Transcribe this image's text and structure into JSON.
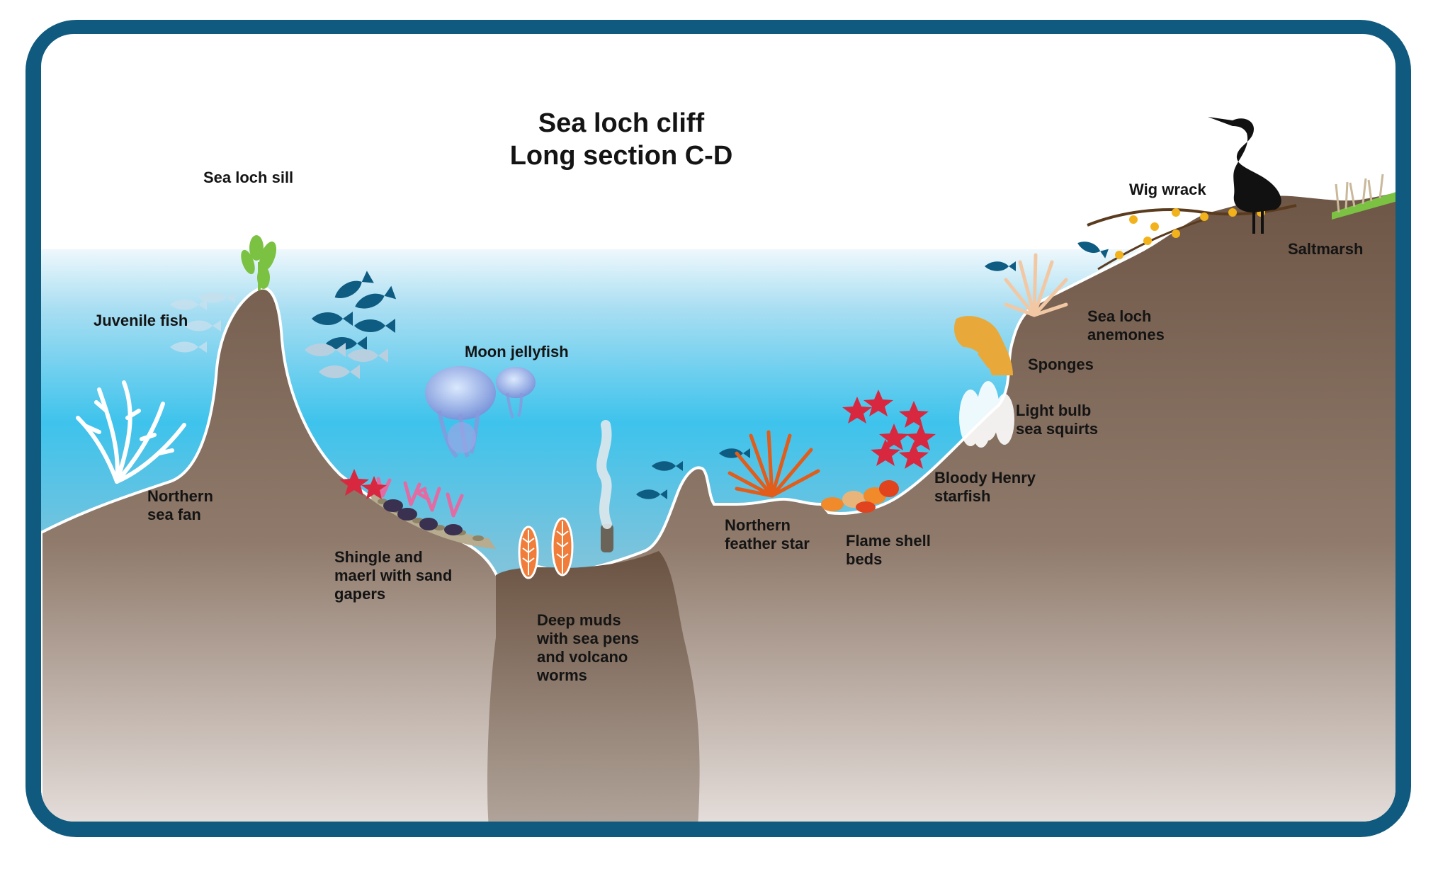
{
  "title": {
    "line1": "Sea loch cliff",
    "line2": "Long section C-D"
  },
  "labels": {
    "sea_loch_sill": "Sea loch sill",
    "juvenile_fish": "Juvenile fish",
    "northern_sea_fan": [
      "Northern",
      "sea fan"
    ],
    "moon_jellyfish": "Moon jellyfish",
    "shingle_maerl": [
      "Shingle and",
      "maerl with sand",
      "gapers"
    ],
    "deep_muds": [
      "Deep muds",
      "with sea pens",
      "and volcano",
      "worms"
    ],
    "northern_feather_star": [
      "Northern",
      "feather star"
    ],
    "flame_shell_beds": [
      "Flame shell",
      "beds"
    ],
    "bloody_henry": [
      "Bloody Henry",
      "starfish"
    ],
    "light_bulb": [
      "Light bulb",
      "sea squirts"
    ],
    "sponges": "Sponges",
    "sea_loch_anemones": [
      "Sea loch",
      "anemones"
    ],
    "wig_wrack": "Wig wrack",
    "saltmarsh": "Saltmarsh"
  },
  "colors": {
    "frame": "#0f5a7e",
    "seabed": "#7d6656",
    "water_top": "#eaf6fb",
    "water_mid": "#3ec3ec",
    "text": "#141414",
    "starfish": "#d8283f",
    "fish": "#0e5c82"
  },
  "icons": [
    "heron-icon",
    "fish-icon",
    "jellyfish-icon",
    "starfish-icon",
    "sea-fan-icon",
    "seaweed-icon",
    "sea-pen-icon",
    "volcano-worm-icon",
    "feather-star-icon",
    "anemone-icon",
    "sponge-icon",
    "sea-squirt-icon",
    "flame-shell-icon",
    "wig-wrack-icon",
    "saltmarsh-grass-icon"
  ]
}
